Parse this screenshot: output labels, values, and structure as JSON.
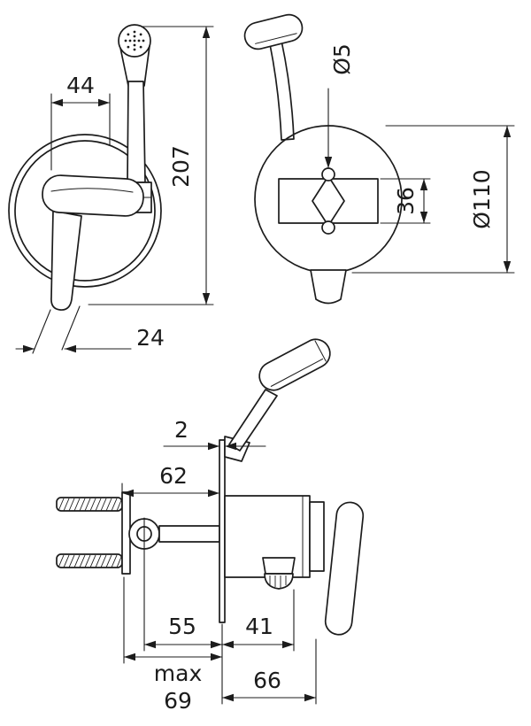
{
  "meta": {
    "type": "technical-drawing",
    "line_color": "#1c1c1c",
    "background_color": "#ffffff"
  },
  "views": {
    "front": {
      "dim_width": "44",
      "dim_height": "207",
      "dim_handle": "24"
    },
    "back": {
      "dim_hole": "Ø5",
      "dim_slot": "36",
      "dim_plate": "Ø110"
    },
    "side": {
      "dim_plate_thickness": "2",
      "dim_recess": "62",
      "dim_inlet": "55",
      "dim_spout": "41",
      "dim_max_label": "max",
      "dim_max_value": "69",
      "dim_depth": "66"
    }
  }
}
